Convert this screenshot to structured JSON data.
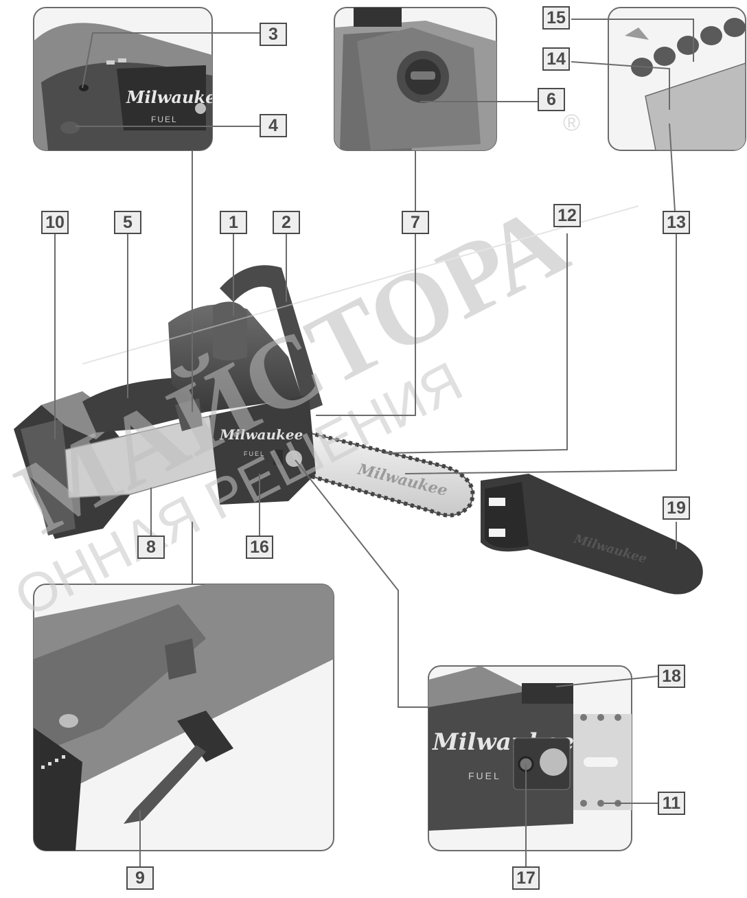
{
  "diagram": {
    "labels": [
      "1",
      "2",
      "3",
      "4",
      "5",
      "6",
      "7",
      "8",
      "9",
      "10",
      "11",
      "12",
      "13",
      "14",
      "15",
      "16",
      "17",
      "18",
      "19"
    ],
    "brand": "Milwaukee",
    "sub_brand": "FUEL",
    "registered_mark": "®",
    "watermark_line1": "МАЙСТОРА",
    "watermark_line2": "ОННАЯ РЕШЕНИЯ"
  },
  "colors": {
    "label_border": "#4a4a4a",
    "label_fill": "#eeeeee",
    "leader_line": "#6b6b6b",
    "tool_dark": "#3a3a3a",
    "tool_mid": "#6e6e6e",
    "tool_light": "#a8a8a8",
    "watermark": "#cfcfcf"
  }
}
